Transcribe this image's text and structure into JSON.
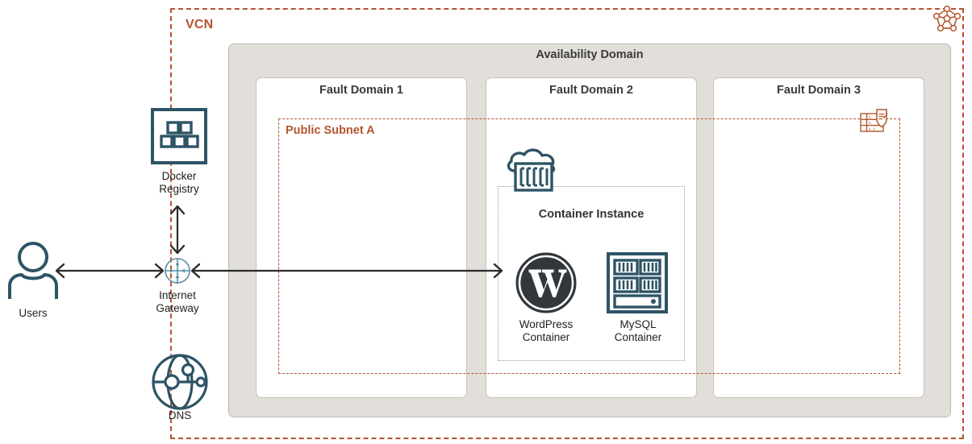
{
  "diagram": {
    "type": "cloud-architecture",
    "title": "OCI Container Instance WordPress + MySQL architecture",
    "colors": {
      "vcn_orange": "#b4552d",
      "subnet_orange": "#b4552d",
      "availability_domain_bg": "#e2dfda",
      "fault_domain_bg": "#ffffff",
      "icon_teal": "#2d5465",
      "connector_dark": "#2b2b2b",
      "text_dark": "#1f1f1f"
    }
  },
  "vcn": {
    "label": "VCN",
    "icon": "vcn-network-icon"
  },
  "availability_domain": {
    "title": "Availability Domain",
    "fault_domains": [
      {
        "title": "Fault Domain 1"
      },
      {
        "title": "Fault Domain 2"
      },
      {
        "title": "Fault Domain 3"
      }
    ]
  },
  "public_subnet": {
    "label": "Public Subnet A"
  },
  "container_instance": {
    "title": "Container Instance",
    "icon": "cloud-container-icon",
    "containers": [
      {
        "label_line1": "WordPress",
        "label_line2": "Container",
        "icon": "wordpress-logo-icon"
      },
      {
        "label_line1": "MySQL",
        "label_line2": "Container",
        "icon": "server-rack-icon"
      }
    ]
  },
  "security_list": {
    "icon": "security-list-shield-icon"
  },
  "external_nodes": [
    {
      "id": "docker-registry",
      "label_line1": "Docker",
      "label_line2": "Registry",
      "icon": "docker-registry-icon"
    },
    {
      "id": "internet-gateway",
      "label_line1": "Internet",
      "label_line2": "Gateway",
      "icon": "internet-gateway-icon"
    },
    {
      "id": "dns",
      "label_line1": "DNS",
      "label_line2": "",
      "icon": "dns-globe-icon"
    },
    {
      "id": "users",
      "label_line1": "Users",
      "label_line2": "",
      "icon": "user-person-icon"
    }
  ],
  "connectors": [
    {
      "id": "users-to-internet-gateway",
      "direction": "bidirectional"
    },
    {
      "id": "docker-registry-to-internet-gateway",
      "direction": "bidirectional"
    },
    {
      "id": "internet-gateway-to-container-instance",
      "direction": "bidirectional"
    }
  ]
}
